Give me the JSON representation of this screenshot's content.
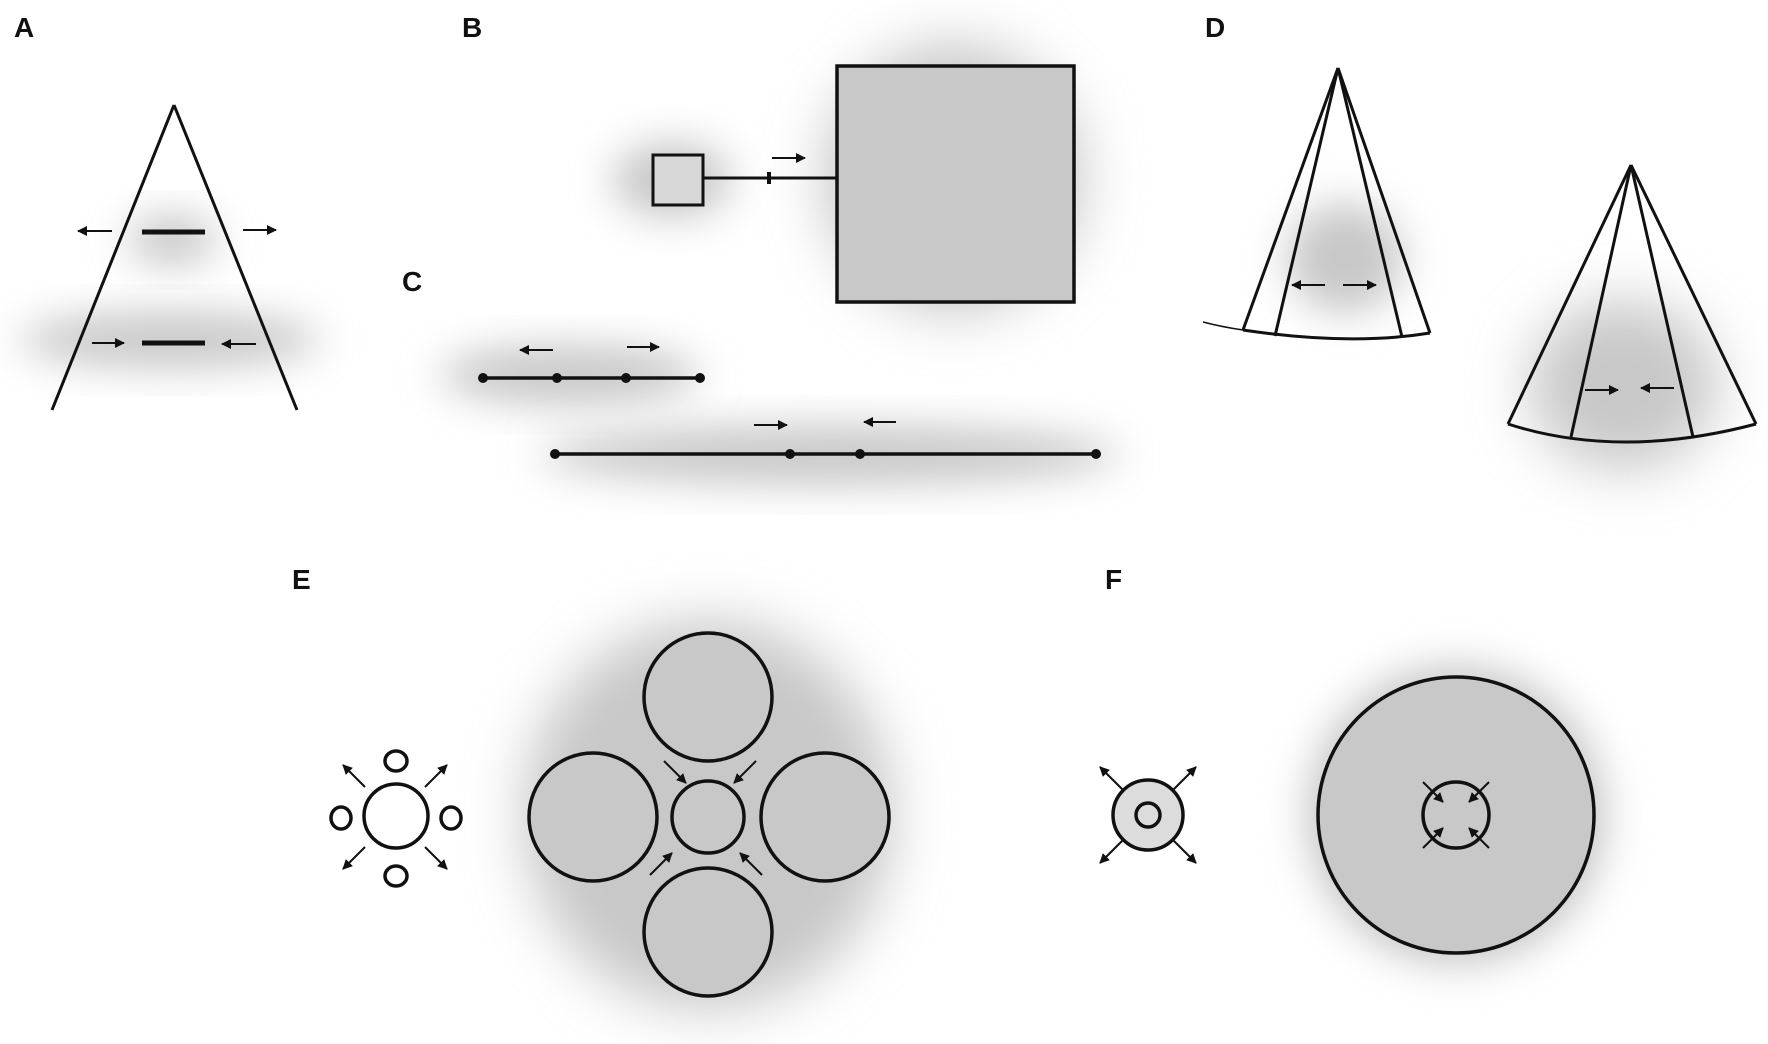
{
  "panels": {
    "a": "A",
    "b": "B",
    "c": "C",
    "d": "D",
    "e": "E",
    "f": "F"
  },
  "colors": {
    "stroke": "#111111",
    "shade": "#c8c8c8",
    "background": "#ffffff"
  }
}
